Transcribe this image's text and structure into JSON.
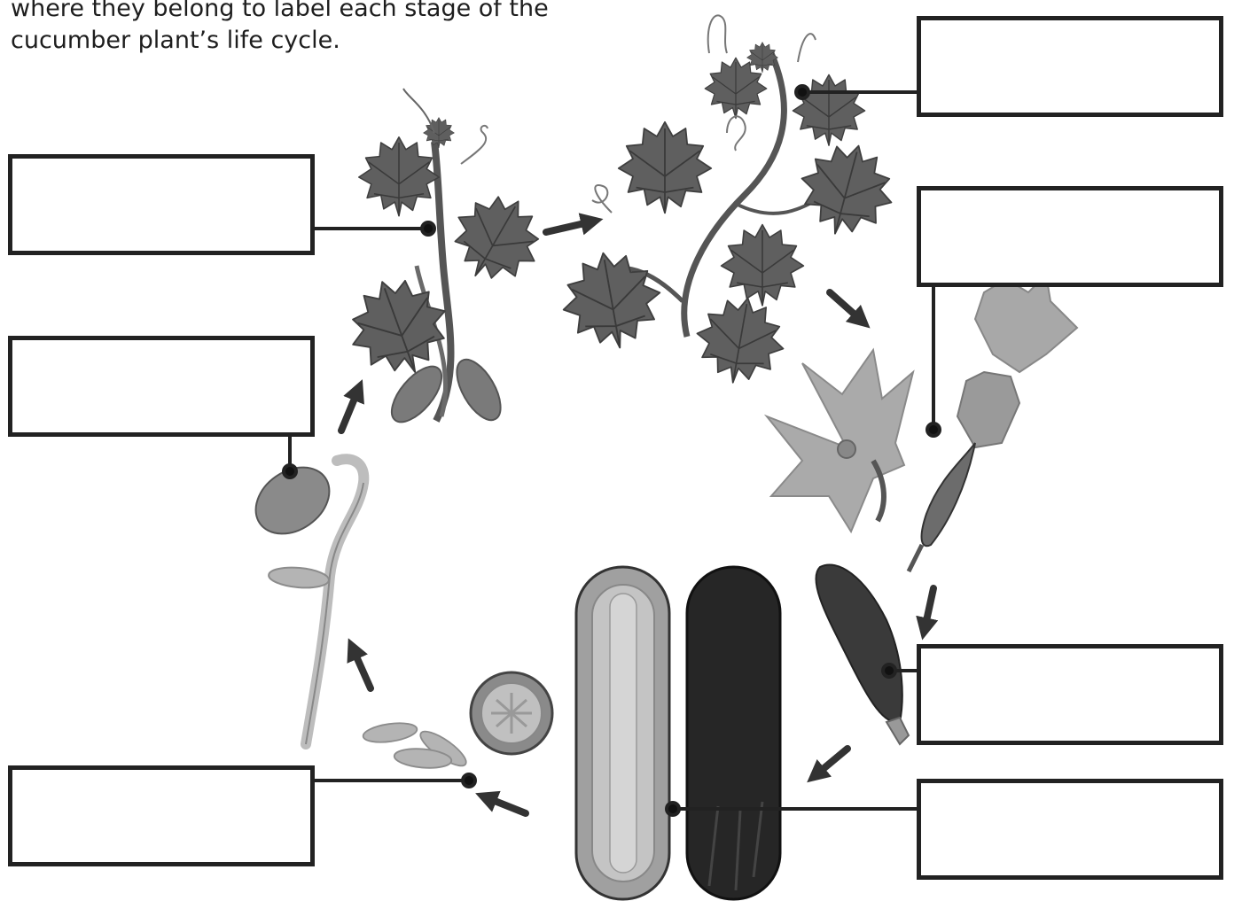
{
  "instructions": {
    "line1": "where they belong to label each stage of the",
    "line2": "cucumber plant’s life cycle."
  },
  "label_boxes": [
    {
      "id": "box-top-right",
      "stage": "",
      "text": ""
    },
    {
      "id": "box-upper-left",
      "stage": "",
      "text": ""
    },
    {
      "id": "box-flower",
      "stage": "",
      "text": ""
    },
    {
      "id": "box-seedling",
      "stage": "",
      "text": ""
    },
    {
      "id": "box-young-fruit",
      "stage": "",
      "text": ""
    },
    {
      "id": "box-seeds",
      "stage": "",
      "text": ""
    },
    {
      "id": "box-mature-fruit",
      "stage": "",
      "text": ""
    }
  ],
  "colors": {
    "outline": "#222222",
    "leaf": "#5f5f5f",
    "leaf_vein": "#3a3a3a",
    "flower": "#a8a8a8",
    "seed": "#b4b4b4",
    "cucumber_dark": "#262626",
    "cucumber_flesh": "#b0b0b0",
    "arrow": "#333333"
  }
}
